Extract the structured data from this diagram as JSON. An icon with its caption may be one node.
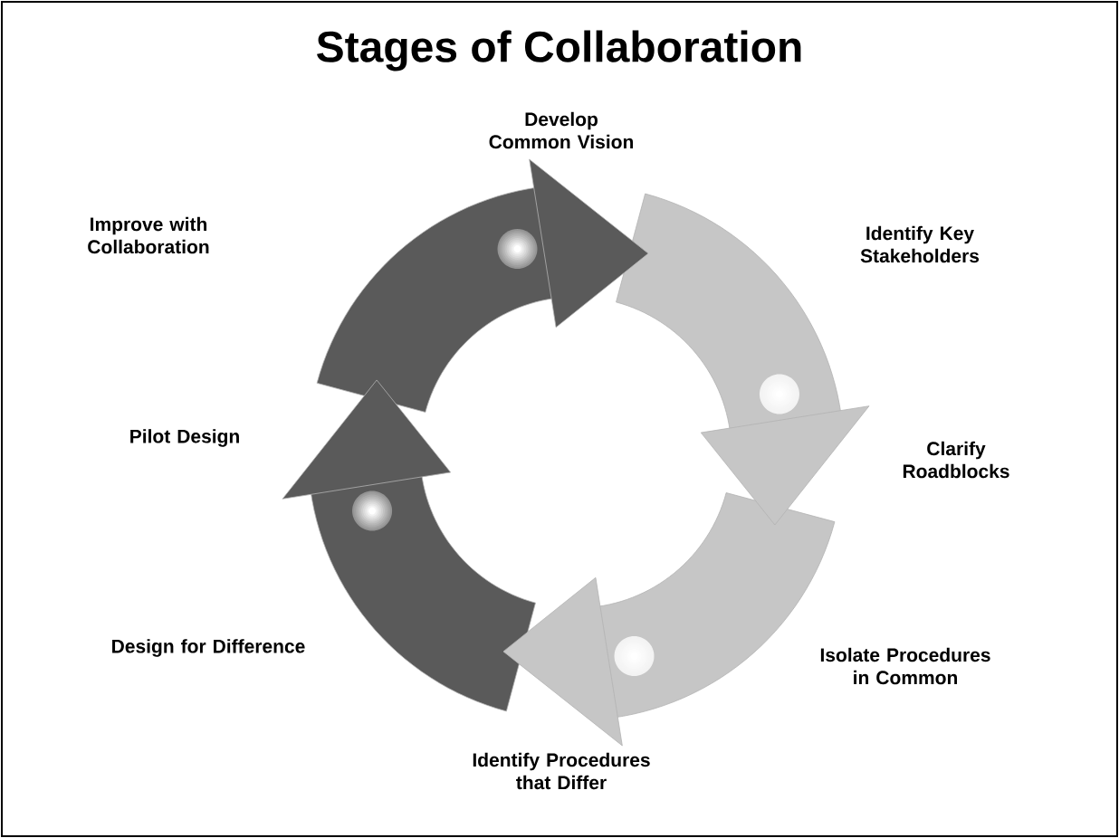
{
  "diagram": {
    "title": "Stages of Collaboration",
    "labels": [
      "Develop Common Vision",
      "Improve with Collaboration",
      "Identify Key Stakeholders",
      "Pilot Design",
      "Clarify Roadblocks",
      "Design for Difference",
      "Isolate Procedures in Common",
      "Identify Procedures that Differ"
    ]
  }
}
